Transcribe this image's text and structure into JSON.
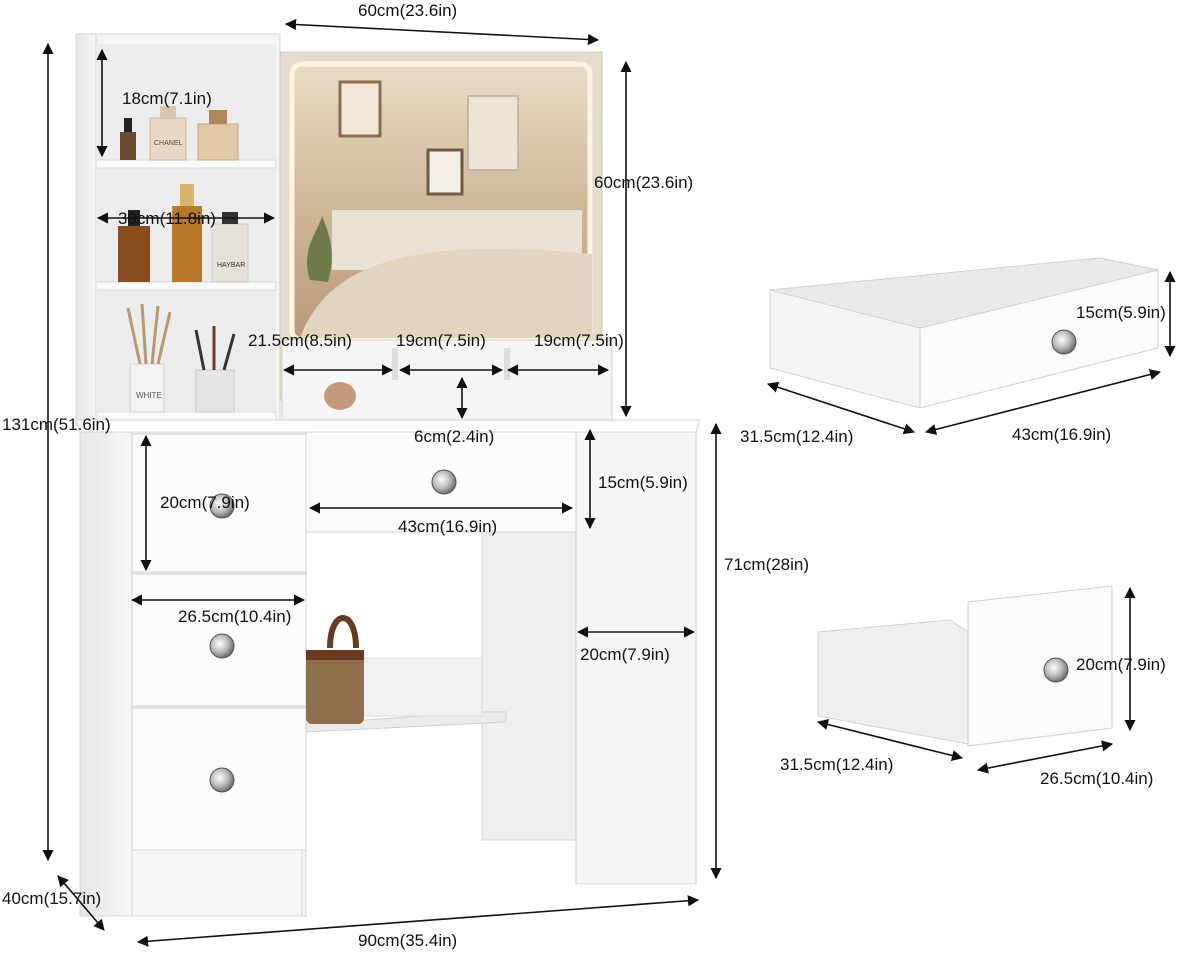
{
  "dimensions": {
    "mirror_width": "60cm(23.6in)",
    "mirror_height": "60cm(23.6in)",
    "shelf_top": "18cm(7.1in)",
    "shelf_width": "30cm(11.8in)",
    "tray_left": "21.5cm(8.5in)",
    "tray_mid": "19cm(7.5in)",
    "tray_right": "19cm(7.5in)",
    "riser_height": "6cm(2.4in)",
    "total_height": "131cm(51.6in)",
    "left_drawer_height": "20cm(7.9in)",
    "center_drawer_height": "15cm(5.9in)",
    "center_drawer_width": "43cm(16.9in)",
    "left_drawer_width": "26.5cm(10.4in)",
    "right_cabinet_width": "20cm(7.9in)",
    "desk_height": "71cm(28in)",
    "depth": "40cm(15.7in)",
    "total_width": "90cm(35.4in)",
    "drawer1_height": "15cm(5.9in)",
    "drawer1_depth": "31.5cm(12.4in)",
    "drawer1_width": "43cm(16.9in)",
    "drawer2_height": "20cm(7.9in)",
    "drawer2_depth": "31.5cm(12.4in)",
    "drawer2_width": "26.5cm(10.4in)"
  },
  "product_labels": {
    "perfume_bottle": "CHANEL",
    "diffuser_label": "WHITE",
    "shampoo_label": "HAYBAR"
  },
  "colors": {
    "furniture": "#f4f4f4",
    "edge": "#d6d6d6",
    "mirror_glow": "#f3e3c4",
    "bedroom": "#c9a880"
  }
}
